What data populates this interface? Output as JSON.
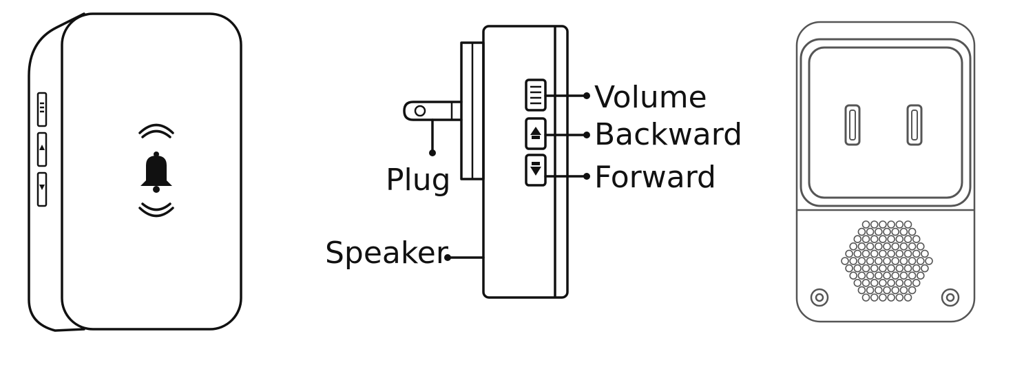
{
  "labels": {
    "volume": "Volume",
    "backward": "Backward",
    "forward": "Forward",
    "plug": "Plug",
    "speaker": "Speaker"
  },
  "icons": {
    "bell": "bell-icon",
    "volume": "volume-icon",
    "up": "arrow-up-icon",
    "down": "arrow-down-icon"
  },
  "colors": {
    "stroke": "#111111",
    "device_outline": "#555555",
    "background": "#ffffff"
  }
}
